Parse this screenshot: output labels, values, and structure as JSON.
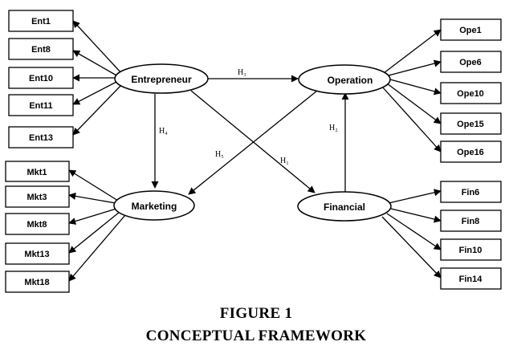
{
  "constructs": {
    "entrepreneur": "Entrepreneur",
    "operation": "Operation",
    "marketing": "Marketing",
    "financial": "Financial"
  },
  "indicators": {
    "entrepreneur": [
      "Ent1",
      "Ent8",
      "Ent10",
      "Ent11",
      "Ent13"
    ],
    "marketing": [
      "Mkt1",
      "Mkt3",
      "Mkt8",
      "Mkt13",
      "Mkt18"
    ],
    "operation": [
      "Ope1",
      "Ope6",
      "Ope10",
      "Ope15",
      "Ope16"
    ],
    "financial": [
      "Fin6",
      "Fin8",
      "Fin10",
      "Fin14"
    ]
  },
  "hypotheses": {
    "h1": "H₁",
    "h2": "H₂",
    "h3": "H₃",
    "h4": "H₄",
    "h5": "H₅"
  },
  "caption": {
    "line1": "FIGURE 1",
    "line2": "CONCEPTUAL FRAMEWORK"
  }
}
